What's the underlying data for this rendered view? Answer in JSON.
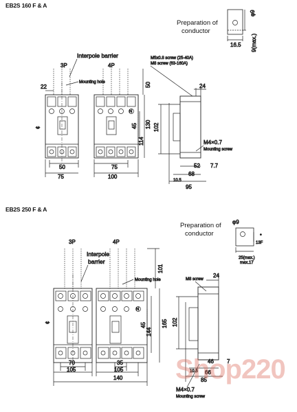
{
  "section1": {
    "title": "EB2S 160 F & A",
    "prep_title_1": "Preparation of",
    "prep_title_2": "conductor",
    "pole_3p": "3P",
    "pole_4p": "4P",
    "interpole_barrier": "Interpole barrier",
    "mounting_hole": "Mounting hole",
    "screw_line_1": "M5x0.8 screw (25-40A)",
    "screw_line_2": "M8 screw  (63-160A)",
    "mounting_screw_spec": "M4×0.7",
    "mounting_screw": "Mounting screw",
    "dims": {
      "d22": "22",
      "d50w": "50",
      "d75w": "75",
      "d75b": "75",
      "d100": "100",
      "d50h": "50",
      "d45": "45",
      "d114": "114",
      "d130": "130",
      "d102": "102",
      "d24": "24",
      "d52": "52",
      "d7_7": "7.7",
      "d68": "68",
      "d10_5": "10.5",
      "d95": "95",
      "d16_5": "16.5",
      "d9max": "9(max.)",
      "phi9": "φ9"
    }
  },
  "section2": {
    "title": "EB2S 250 F & A",
    "prep_title_1": "Preparation of",
    "prep_title_2": "conductor",
    "pole_3p": "3P",
    "pole_4p": "4P",
    "interpole_barrier_1": "Interpole",
    "interpole_barrier_2": "barrier",
    "mounting_hole": "Mounting hole",
    "m8_screw": "M8 screw",
    "mounting_screw_spec": "M4×0.7",
    "mounting_screw": "Mounting screw",
    "dims": {
      "d101": "101",
      "d165": "165",
      "d144": "144",
      "d45": "45",
      "d102": "102",
      "d24": "24",
      "d70": "70",
      "d105a": "105",
      "d35": "35",
      "d105b": "105",
      "d140": "140",
      "d46": "46",
      "d7": "7",
      "d10_5": "10.5",
      "d66": "66",
      "d85": "85",
      "d25max": "25(max.)",
      "max17": "max.17",
      "d13f": "13F",
      "phi9": "φ9"
    }
  },
  "watermark": "Shop220"
}
